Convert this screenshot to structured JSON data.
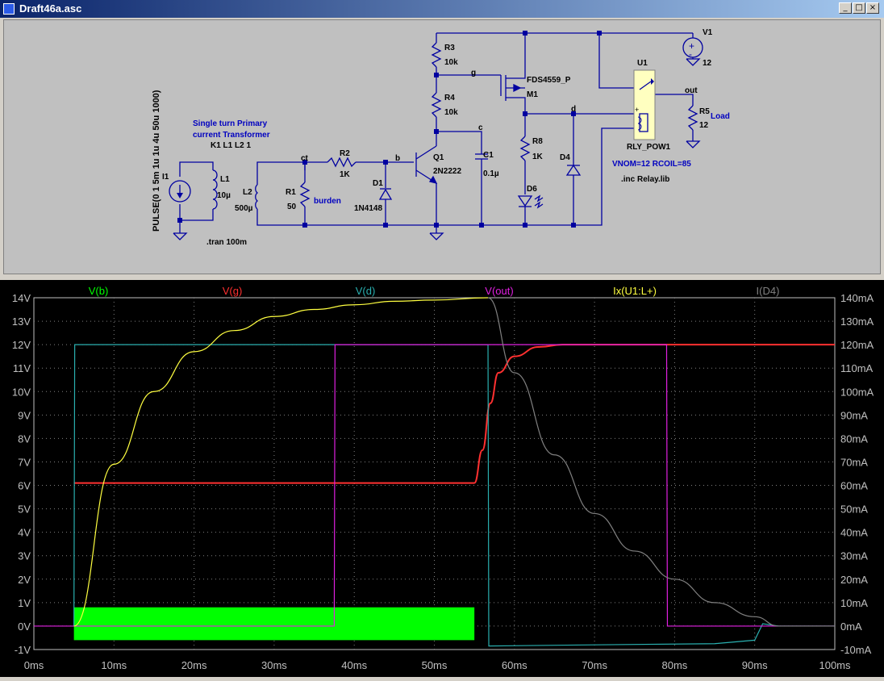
{
  "window": {
    "title": "Draft46a.asc",
    "min_label": "_",
    "max_label": "□",
    "close_label": "×"
  },
  "schematic": {
    "labels": {
      "pulse": "PULSE(0 1 5m 1u 1u 4u 50u 1000)",
      "transformer_title1": "Single turn Primary",
      "transformer_title2": "current Transformer",
      "coupling": "K1 L1 L2 1",
      "I1": "I1",
      "L1": "L1",
      "L1_val": "10µ",
      "L2": "L2",
      "L2_val": "500µ",
      "R1": "R1",
      "R1_val": "50",
      "burden": "burden",
      "ct": "ct",
      "R2": "R2",
      "R2_val": "1K",
      "b": "b",
      "D1": "D1",
      "D1_val": "1N4148",
      "Q1": "Q1",
      "Q1_val": "2N2222",
      "R3": "R3",
      "R3_val": "10k",
      "R4": "R4",
      "R4_val": "10k",
      "g": "g",
      "c": "c",
      "d": "d",
      "C1": "C1",
      "C1_val": "0.1µ",
      "M1_val": "FDS4559_P",
      "M1": "M1",
      "R8": "R8",
      "R8_val": "1K",
      "D6": "D6",
      "D4": "D4",
      "V1": "V1",
      "V1_val": "12",
      "U1": "U1",
      "U1_val": "RLY_POW1",
      "out": "out",
      "R5": "R5",
      "R5_val": "12",
      "load": "Load",
      "relay_params": "VNOM=12 RCOIL=85",
      "inc": ".inc Relay.lib",
      "tran": ".tran 100m"
    }
  },
  "waveform": {
    "traces": [
      {
        "name": "V(b)",
        "color": "#00ff00"
      },
      {
        "name": "V(g)",
        "color": "#ff3030"
      },
      {
        "name": "V(d)",
        "color": "#2ab0b0"
      },
      {
        "name": "V(out)",
        "color": "#e020e0"
      },
      {
        "name": "Ix(U1:L+)",
        "color": "#ffff40"
      },
      {
        "name": "I(D4)",
        "color": "#808080"
      }
    ],
    "x_ticks": [
      "0ms",
      "10ms",
      "20ms",
      "30ms",
      "40ms",
      "50ms",
      "60ms",
      "70ms",
      "80ms",
      "90ms",
      "100ms"
    ],
    "y_left_ticks": [
      "14V",
      "13V",
      "12V",
      "11V",
      "10V",
      "9V",
      "8V",
      "7V",
      "6V",
      "5V",
      "4V",
      "3V",
      "2V",
      "1V",
      "0V",
      "-1V"
    ],
    "y_right_ticks": [
      "140mA",
      "130mA",
      "120mA",
      "110mA",
      "100mA",
      "90mA",
      "80mA",
      "70mA",
      "60mA",
      "50mA",
      "40mA",
      "30mA",
      "20mA",
      "10mA",
      "0mA",
      "-10mA"
    ]
  },
  "chart_data": {
    "type": "line",
    "xlabel": "",
    "ylabel": "",
    "xlim_ms": [
      0,
      100
    ],
    "ylim_left_V": [
      -1,
      14
    ],
    "ylim_right_mA": [
      -10,
      140
    ],
    "series": [
      {
        "name": "V(b)",
        "axis": "left",
        "note": "dense pulses",
        "x_ms": [
          5,
          55
        ],
        "y_band_V": [
          -0.6,
          0.8
        ]
      },
      {
        "name": "V(g)",
        "axis": "left",
        "x_ms": [
          5,
          55,
          56,
          57,
          58,
          60,
          63,
          66,
          100
        ],
        "y_V": [
          6.1,
          6.1,
          7.5,
          9.5,
          10.8,
          11.5,
          11.9,
          12,
          12
        ]
      },
      {
        "name": "V(d)",
        "axis": "left",
        "x_ms": [
          5,
          5.1,
          56.7,
          56.8,
          70,
          85,
          90,
          91,
          93,
          95,
          100
        ],
        "y_V": [
          0,
          12,
          12,
          -0.85,
          -0.8,
          -0.75,
          -0.6,
          0.1,
          0,
          0,
          0
        ]
      },
      {
        "name": "V(out)",
        "axis": "left",
        "x_ms": [
          0,
          37.5,
          37.6,
          79,
          79.1,
          100
        ],
        "y_V": [
          0,
          0,
          12,
          12,
          0,
          0
        ]
      },
      {
        "name": "Ix(U1:L+)",
        "axis": "right",
        "x_ms": [
          5,
          10,
          15,
          20,
          25,
          30,
          35,
          40,
          45,
          50,
          56.7
        ],
        "y_mA": [
          0,
          69,
          100,
          117,
          126,
          132,
          135,
          137,
          138.5,
          139,
          140
        ]
      },
      {
        "name": "I(D4)",
        "axis": "right",
        "x_ms": [
          56.7,
          60,
          65,
          70,
          75,
          80,
          85,
          90,
          93,
          100
        ],
        "y_mA": [
          140,
          108,
          73,
          48,
          32,
          20,
          10,
          4,
          0,
          0
        ]
      }
    ]
  }
}
